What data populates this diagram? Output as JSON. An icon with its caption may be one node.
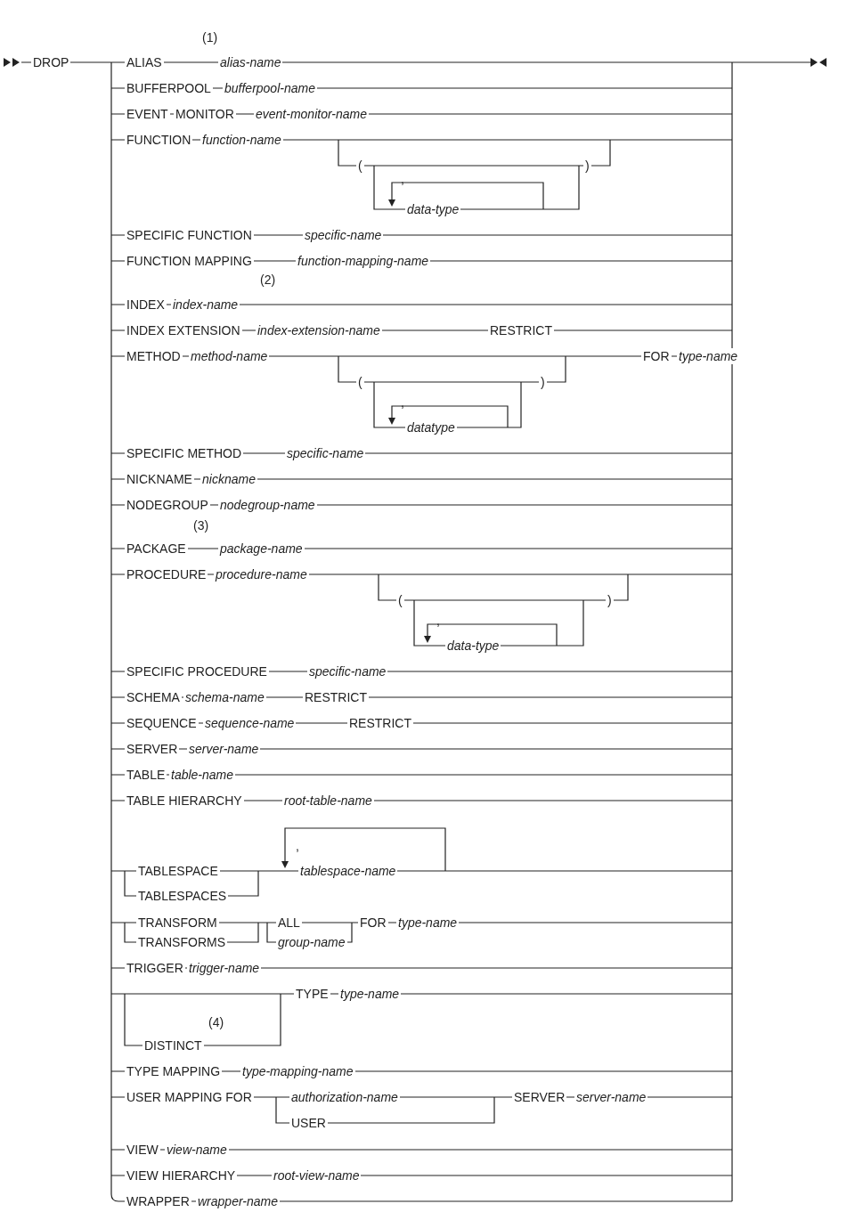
{
  "diagram": {
    "labels": [
      "(1)",
      "DROP",
      "ALIAS",
      "alias-name",
      "BUFFERPOOL",
      "bufferpool-name",
      "EVENT",
      "MONITOR",
      "event-monitor-name",
      "FUNCTION",
      "function-name",
      "(",
      ")",
      ",",
      "data-type",
      "SPECIFIC FUNCTION",
      "specific-name",
      "FUNCTION MAPPING",
      "function-mapping-name",
      "(2)",
      "INDEX",
      "index-name",
      "INDEX EXTENSION",
      "index-extension-name",
      "RESTRICT",
      "METHOD",
      "method-name",
      "FOR",
      "type-name",
      "(",
      ")",
      ",",
      "datatype",
      "SPECIFIC METHOD",
      "specific-name",
      "NICKNAME",
      "nickname",
      "NODEGROUP",
      "nodegroup-name",
      "(3)",
      "PACKAGE",
      "package-name",
      "PROCEDURE",
      "procedure-name",
      "(",
      ")",
      ",",
      "data-type",
      "SPECIFIC PROCEDURE",
      "specific-name",
      "SCHEMA",
      "schema-name",
      "RESTRICT",
      "SEQUENCE",
      "sequence-name",
      "RESTRICT",
      "SERVER",
      "server-name",
      "TABLE",
      "table-name",
      "TABLE HIERARCHY",
      "root-table-name",
      ",",
      "TABLESPACE",
      "tablespace-name",
      "TABLESPACES",
      "TRANSFORM",
      "ALL",
      "FOR",
      "type-name",
      "TRANSFORMS",
      "group-name",
      "TRIGGER",
      "trigger-name",
      "TYPE",
      "type-name",
      "(4)",
      "DISTINCT",
      "TYPE MAPPING",
      "type-mapping-name",
      "USER MAPPING FOR",
      "authorization-name",
      "SERVER",
      "server-name",
      "USER",
      "VIEW",
      "view-name",
      "VIEW HIERARCHY",
      "root-view-name",
      "WRAPPER",
      "wrapper-name"
    ]
  }
}
